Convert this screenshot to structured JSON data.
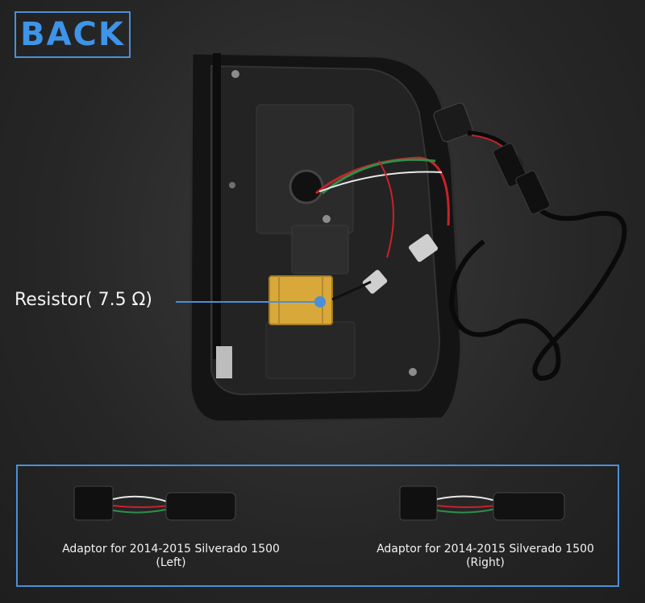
{
  "badge": {
    "label": "BACK",
    "color": "#3d94e8"
  },
  "callout": {
    "label": "Resistor( 7.5 Ω)"
  },
  "adaptors": [
    {
      "title": "Adaptor for 2014-2015 Silverado 1500",
      "side": "(Left)"
    },
    {
      "title": "Adaptor for 2014-2015 Silverado 1500",
      "side": "(Right)"
    }
  ],
  "colors": {
    "accent": "#4a8fd9",
    "resistor": "#d8a93a",
    "housing": "#1a1a1a"
  }
}
